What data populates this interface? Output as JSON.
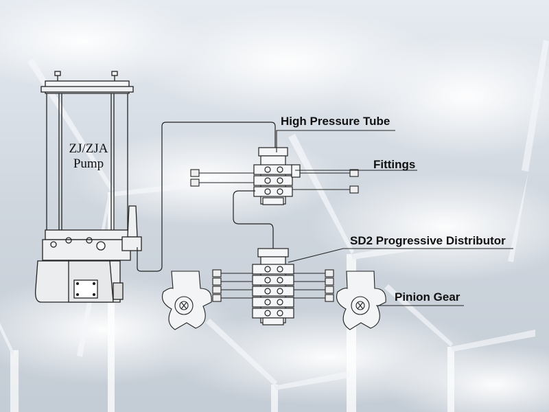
{
  "labels": {
    "pump_line1": "ZJ/ZJA",
    "pump_line2": "Pump",
    "high_pressure_tube": "High Pressure Tube",
    "fittings": "Fittings",
    "distributor": "SD2 Progressive Distributor",
    "pinion_gear": "Pinion Gear"
  },
  "colors": {
    "sky_top": "#dfe5ec",
    "sky_bottom": "#b9c2cc",
    "line": "#222222",
    "label": "#111111"
  },
  "icons": [
    "wind-turbine-icon",
    "lubrication-pump-icon",
    "distributor-block-icon",
    "pinion-gear-icon",
    "fitting-icon"
  ]
}
